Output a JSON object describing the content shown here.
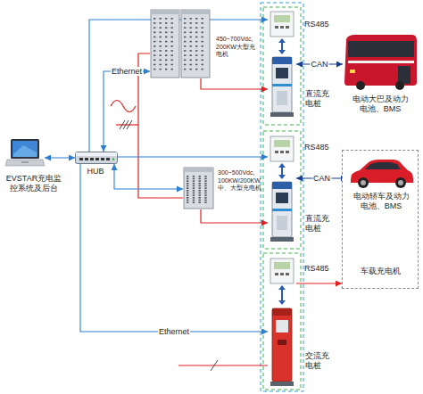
{
  "diagram": {
    "nodes": [
      {
        "text": [
          "EVSTAR充电监控系统及后台"
        ]
      },
      {
        "text": [
          "HUB"
        ]
      },
      {
        "text": [
          "450~700Vdc, 200KW大型充电机"
        ]
      },
      {
        "text": [
          "300~500Vdc, 100KW/200KW 中、大型充电机"
        ]
      },
      {
        "text": [
          "直流充电桩"
        ]
      },
      {
        "text": [
          "直流充电桩"
        ]
      },
      {
        "text": [
          "交流充电桩"
        ]
      },
      {
        "text": [
          "电动大巴及动力电池、BMS"
        ]
      },
      {
        "text": [
          "车载充电机"
        ]
      },
      {
        "text": [
          "电动轿车及动力电池、BMS"
        ],
        "in": 8
      }
    ],
    "edges": [
      {
        "from": 0,
        "to": 1,
        "arrow": "both"
      },
      {
        "from": 1,
        "to": 4,
        "arrow": "to"
      },
      {
        "from": 1,
        "to": 2,
        "label": "Ethernet",
        "arrow": "both"
      },
      {
        "from": 1,
        "to": 3,
        "arrow": "both"
      },
      {
        "from": 1,
        "to": 5,
        "arrow": "to"
      },
      {
        "from": 1,
        "to": 6,
        "label": "Ethernet",
        "arrow": "to"
      },
      {
        "from": 2,
        "to": 4,
        "arrow": "to"
      },
      {
        "from": 3,
        "to": 5,
        "arrow": "to"
      },
      {
        "from": 4,
        "to": 7,
        "label": "CAN",
        "arrow": "both"
      },
      {
        "from": 5,
        "to": 9,
        "label": "CAN",
        "arrow": "both"
      },
      {
        "from": 6,
        "to": 8,
        "arrow": "to"
      }
    ],
    "labels": [
      "RS485",
      "RS485",
      "RS485"
    ]
  }
}
